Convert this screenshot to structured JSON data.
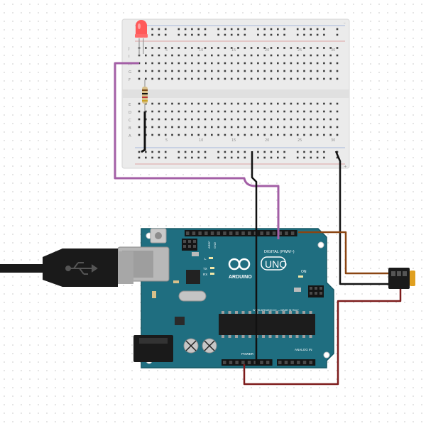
{
  "breadboard": {
    "column_numbers_top": [
      "5",
      "10",
      "15",
      "20",
      "25",
      "30"
    ],
    "column_numbers_bottom": [
      "5",
      "10",
      "15",
      "20",
      "25",
      "30"
    ],
    "row_letters_top": [
      "J",
      "I",
      "H",
      "G",
      "F"
    ],
    "row_letters_bottom": [
      "E",
      "D",
      "C",
      "B",
      "A"
    ],
    "rail_minus": "–",
    "rail_plus": "+"
  },
  "arduino": {
    "brand": "ARDUINO",
    "model": "UNO",
    "digital_label": "DIGITAL (PWM~)",
    "analog_label": "ANALOG IN",
    "power_label": "POWER",
    "on_label": "ON",
    "website_label": "WWW.ARDUINO.CC — MADE IN ITALY",
    "aref_label": "AREF",
    "gnd_label": "GND",
    "tx_label": "TX",
    "rx_label": "RX",
    "l_label": "L"
  },
  "colors": {
    "board_teal": "#1f6e80",
    "wire_purple": "#a35fa6",
    "wire_black": "#111111",
    "wire_brown": "#8a4512",
    "wire_red": "#7d1b1b",
    "led_red": "#ff5a5a",
    "breadboard": "#ececec"
  }
}
